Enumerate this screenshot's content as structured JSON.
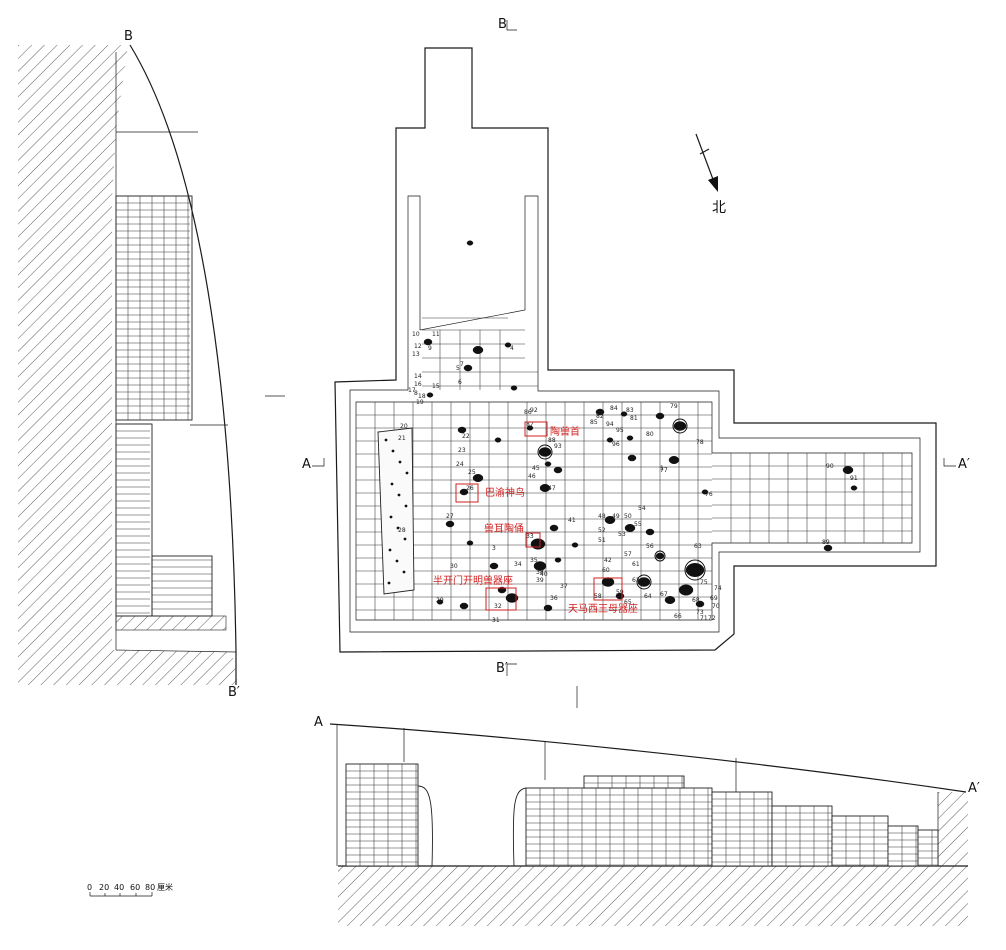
{
  "labels": {
    "section_b_top": "B",
    "section_b_bottom": "B′",
    "plan_b_top": "B",
    "plan_b_bottom": "B′",
    "plan_a_left": "A",
    "plan_a_right": "A′",
    "section_a_left": "A",
    "section_a_right": "A′",
    "north": "北"
  },
  "annotations": [
    {
      "id": "ceramic-beast-head",
      "text": "陶兽首"
    },
    {
      "id": "bayu-sacred-bird",
      "text": "巴渝神鸟"
    },
    {
      "id": "beast-ear-figurine",
      "text": "兽耳陶俑"
    },
    {
      "id": "half-open-door-lamp-stand",
      "text": "半开门开明兽器座"
    },
    {
      "id": "heavenly-horse-queen-mother-stand",
      "text": "天马西王母器座"
    }
  ],
  "scale_bar": {
    "ticks": [
      "0",
      "20",
      "40",
      "60",
      "80"
    ],
    "unit": "厘米"
  },
  "artifact_numbers": [
    "1",
    "3",
    "4",
    "5",
    "6",
    "7",
    "8",
    "9",
    "10",
    "11",
    "12",
    "13",
    "14",
    "15",
    "16",
    "17",
    "18",
    "19",
    "20",
    "21",
    "22",
    "23",
    "24",
    "25",
    "26",
    "27",
    "28",
    "29",
    "30",
    "31",
    "32",
    "33",
    "34",
    "35",
    "36",
    "37",
    "38",
    "39",
    "40",
    "41",
    "42",
    "45",
    "46",
    "47",
    "48",
    "49",
    "50",
    "51",
    "52",
    "53",
    "54",
    "55",
    "56",
    "57",
    "58",
    "59",
    "60",
    "61",
    "62",
    "63",
    "64",
    "65",
    "66",
    "67",
    "68",
    "69",
    "70",
    "71",
    "72",
    "73",
    "74",
    "75",
    "76",
    "77",
    "78",
    "79",
    "80",
    "81",
    "82",
    "83",
    "84",
    "85",
    "86",
    "87",
    "88",
    "89",
    "90",
    "91",
    "92",
    "93",
    "94",
    "95",
    "96"
  ]
}
